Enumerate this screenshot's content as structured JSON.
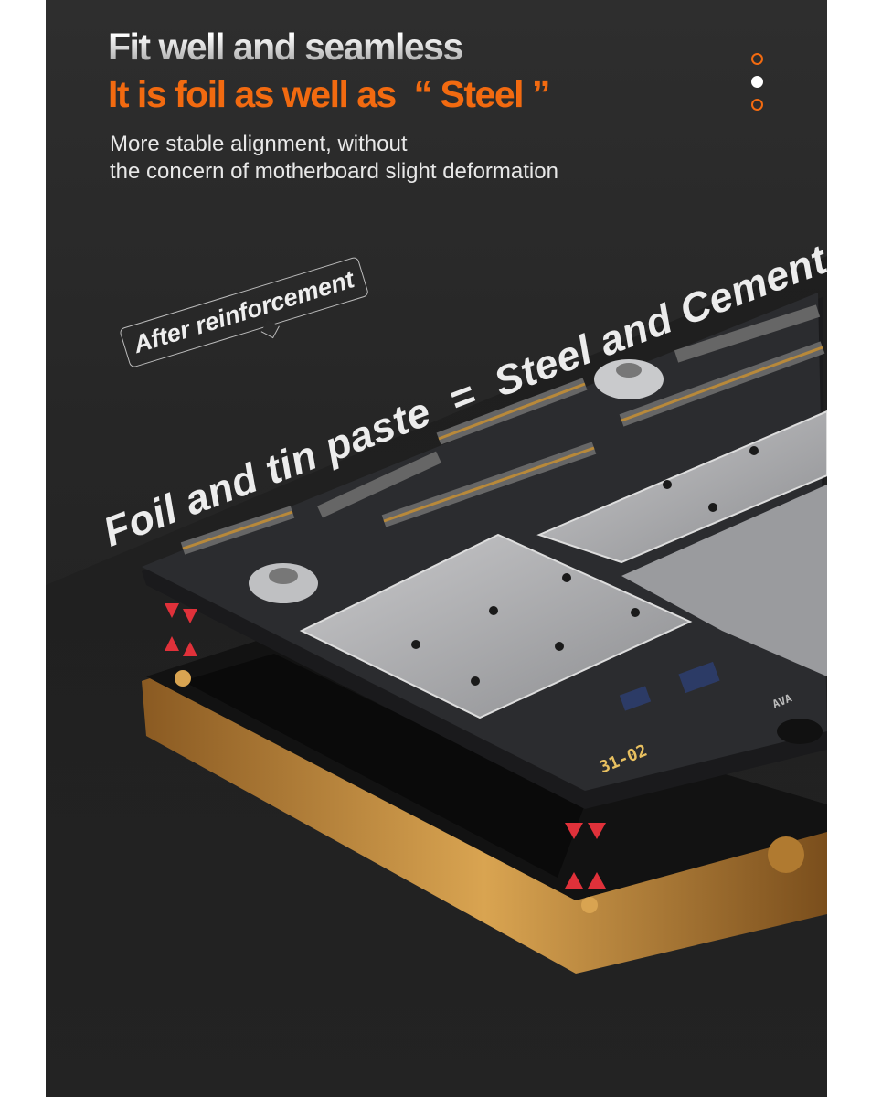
{
  "headline": "Fit well and seamless",
  "subheadline": "It is foil as well as  “ Steel ”",
  "description": [
    "More stable alignment, without",
    "the concern of motherboard slight deformation"
  ],
  "pager": {
    "count": 3,
    "active_index": 1
  },
  "callout": "After reinforcement",
  "equation": "Foil and tin paste  =  Steel and Cement",
  "board_labels": {
    "part_number": "31-02",
    "brand": "AVA"
  },
  "colors": {
    "accent": "#f26a10",
    "background": "#262626",
    "gold": "#c8923e",
    "arrow": "#e0313a"
  }
}
